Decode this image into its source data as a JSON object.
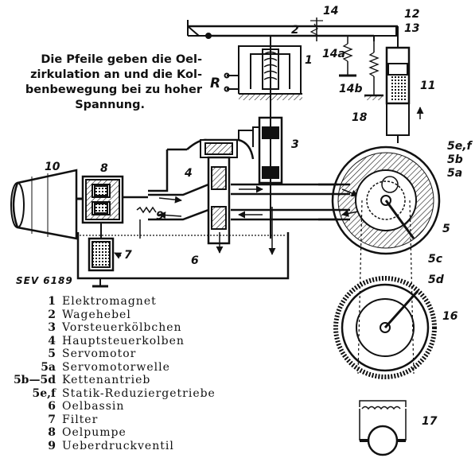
{
  "caption": {
    "line1": "Die Pfeile geben die Oel-",
    "line2": "zirkulation an und die Kol-",
    "line3": "benbewegung bei zu hoher",
    "line4": "Spannung."
  },
  "sev_label": "SEV 6189",
  "labels": {
    "n1": "1",
    "n2": "2",
    "n3": "3",
    "n4": "4",
    "n5": "5",
    "n5a": "5a",
    "n5b": "5b",
    "n5c": "5c",
    "n5d": "5d",
    "n5ef": "5e,f",
    "n6": "6",
    "n7": "7",
    "n8": "8",
    "n9": "9",
    "n10": "10",
    "n11": "11",
    "n12": "12",
    "n13": "13",
    "n14": "14",
    "n14a": "14a",
    "n14b": "14b",
    "n16": "16",
    "n17": "17",
    "n18": "18",
    "R": "R"
  },
  "legend": [
    {
      "key": "1",
      "text": "Elektromagnet"
    },
    {
      "key": "2",
      "text": "Wagehebel"
    },
    {
      "key": "3",
      "text": "Vorsteuerkölbchen"
    },
    {
      "key": "4",
      "text": "Hauptsteuerkolben"
    },
    {
      "key": "5",
      "text": "Servomotor"
    },
    {
      "key": "5a",
      "text": "Servomotorwelle"
    },
    {
      "key": "5b—5d",
      "text": "Kettenantrieb"
    },
    {
      "key": "5e,f",
      "text": "Statik-Reduziergetriebe"
    },
    {
      "key": "6",
      "text": "Oelbassin"
    },
    {
      "key": "7",
      "text": "Filter"
    },
    {
      "key": "8",
      "text": "Oelpumpe"
    },
    {
      "key": "9",
      "text": "Ueberdruckventil"
    }
  ]
}
